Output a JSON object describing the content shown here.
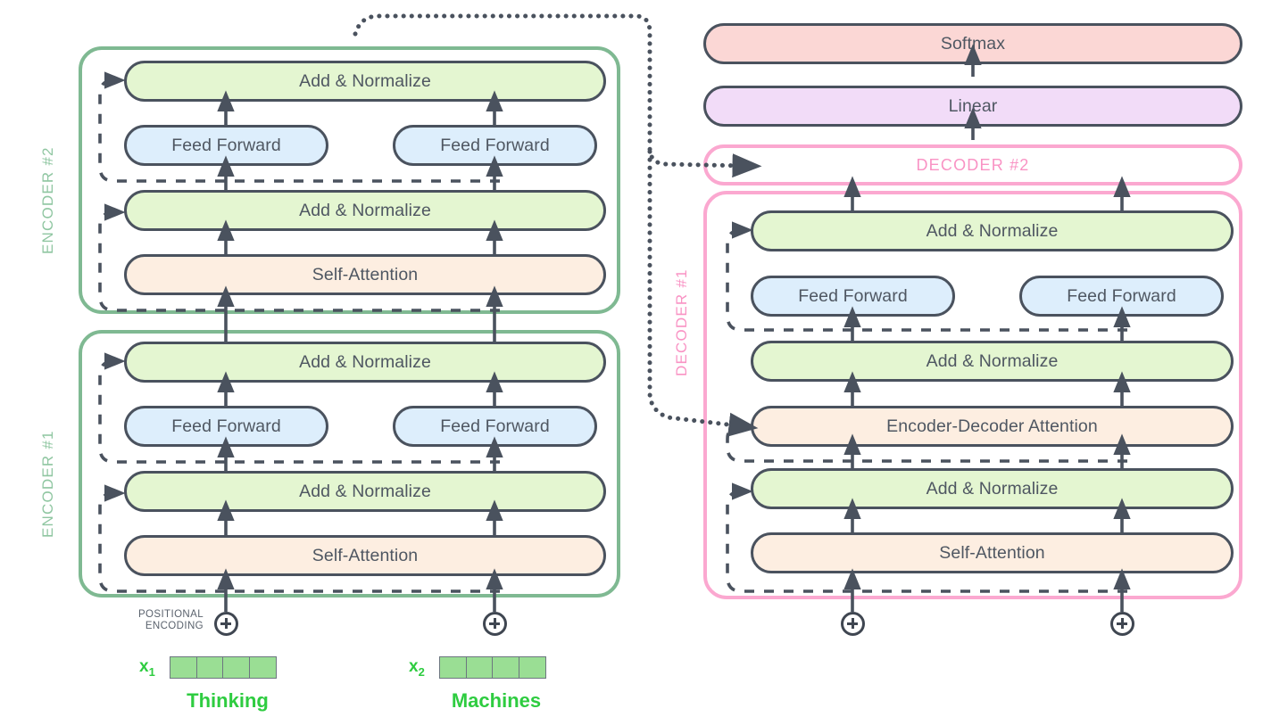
{
  "diagram": {
    "title": "Transformer Encoder-Decoder Architecture",
    "colors": {
      "add_normalize_fill": "#e4f6d1",
      "feed_forward_fill": "#ddeefc",
      "attention_fill": "#fdeee1",
      "softmax_fill": "#fbd7d5",
      "linear_fill": "#f2dcf8",
      "encoder_border": "#7fb992",
      "decoder_border": "#fba8d0",
      "block_stroke": "#4a525e",
      "arrow": "#4a525e",
      "embedding_cell": "#9ade94",
      "word_text": "#2ecc40"
    }
  },
  "encoder_stack": {
    "blocks": [
      {
        "label": "ENCODER #2",
        "type": "group"
      },
      {
        "label": "ENCODER #1",
        "type": "group"
      }
    ],
    "encoder2": {
      "label": "ENCODER #2",
      "add_norm_top": "Add & Normalize",
      "feed_forward_left": "Feed Forward",
      "feed_forward_right": "Feed Forward",
      "add_norm_bottom": "Add & Normalize",
      "self_attention": "Self-Attention"
    },
    "encoder1": {
      "label": "ENCODER #1",
      "add_norm_top": "Add & Normalize",
      "feed_forward_left": "Feed Forward",
      "feed_forward_right": "Feed Forward",
      "add_norm_bottom": "Add & Normalize",
      "self_attention": "Self-Attention"
    }
  },
  "decoder_stack": {
    "softmax": "Softmax",
    "linear": "Linear",
    "decoder2_label": "DECODER #2",
    "decoder1": {
      "label": "DECODER #1",
      "add_norm_top": "Add & Normalize",
      "feed_forward_left": "Feed Forward",
      "feed_forward_right": "Feed Forward",
      "add_norm_mid": "Add & Normalize",
      "encoder_decoder_attention": "Encoder-Decoder Attention",
      "add_norm_bottom": "Add & Normalize",
      "self_attention": "Self-Attention"
    }
  },
  "inputs": {
    "positional_encoding_label_line1": "POSITIONAL",
    "positional_encoding_label_line2": "ENCODING",
    "plus_symbol": "plus-circle-icon",
    "tokens": [
      {
        "x_label": "x",
        "x_index": "1",
        "word": "Thinking",
        "cells": 4
      },
      {
        "x_label": "x",
        "x_index": "2",
        "word": "Machines",
        "cells": 4
      }
    ]
  }
}
